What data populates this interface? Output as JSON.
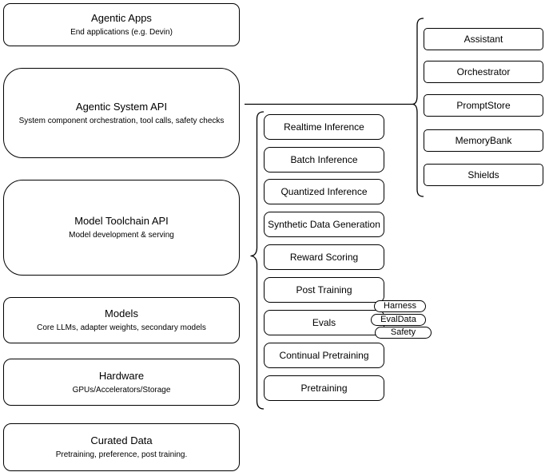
{
  "diagram": {
    "left_column": [
      {
        "title": "Agentic Apps",
        "subtitle": "End applications (e.g. Devin)"
      },
      {
        "title": "Agentic System API",
        "subtitle": "System component orchestration, tool calls, safety checks"
      },
      {
        "title": "Model Toolchain API",
        "subtitle": "Model development & serving"
      },
      {
        "title": "Models",
        "subtitle": "Core LLMs, adapter weights, secondary models"
      },
      {
        "title": "Hardware",
        "subtitle": "GPUs/Accelerators/Storage"
      },
      {
        "title": "Curated Data",
        "subtitle": "Pretraining, preference, post training."
      }
    ],
    "middle_column": [
      "Realtime Inference",
      "Batch Inference",
      "Quantized Inference",
      "Synthetic Data Generation",
      "Reward Scoring",
      "Post Training",
      "Evals",
      "Continual Pretraining",
      "Pretraining"
    ],
    "evals_tags": [
      "Harness",
      "EvalData",
      "Safety"
    ],
    "right_column": [
      "Assistant",
      "Orchestrator",
      "PromptStore",
      "MemoryBank",
      "Shields"
    ],
    "colors": {
      "stroke": "#000000",
      "fill": "#ffffff",
      "text": "#000000"
    }
  }
}
